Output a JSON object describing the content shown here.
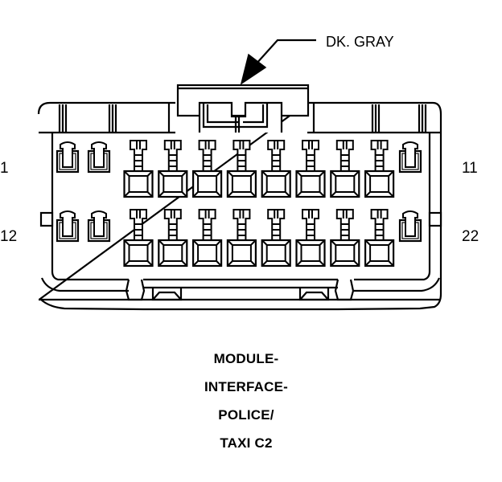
{
  "callout": {
    "text": "DK. GRAY"
  },
  "pin_labels": {
    "top_left": "1",
    "top_right": "11",
    "bottom_left": "12",
    "bottom_right": "22"
  },
  "caption": {
    "lines": [
      "MODULE-",
      "INTERFACE-",
      "POLICE/",
      "TAXI C2"
    ]
  },
  "connector": {
    "rows": 2,
    "large_terminals_per_row": 8,
    "small_terminals_left_per_row": 2,
    "small_terminals_right_per_row": 1,
    "line_color": "#000000",
    "fill_color": "#ffffff"
  }
}
